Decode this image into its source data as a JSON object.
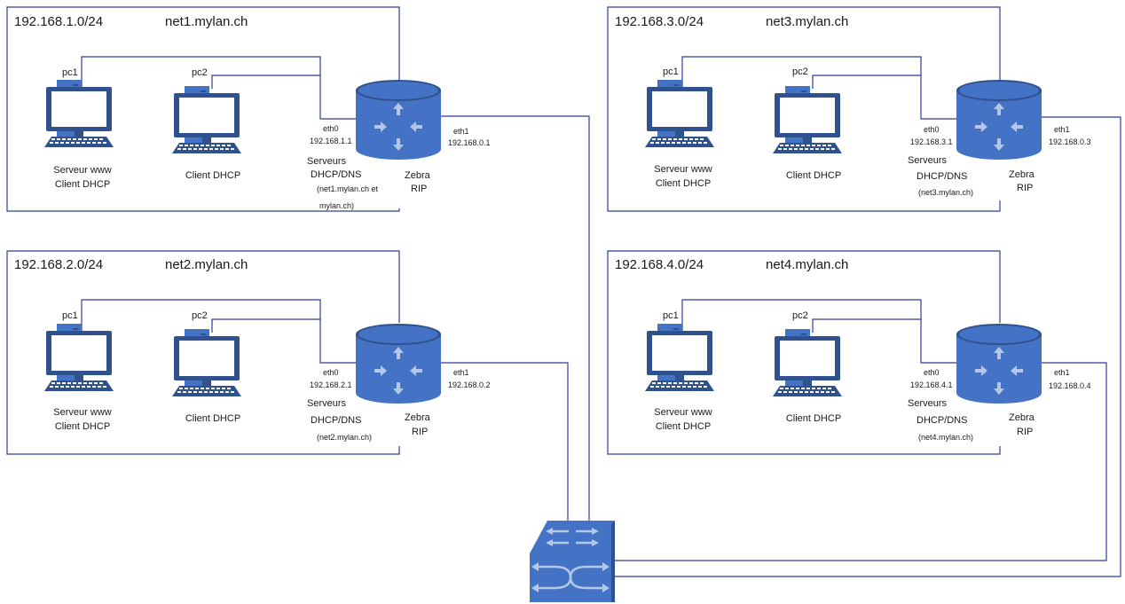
{
  "colors": {
    "device_blue": "#4472c4",
    "device_dark": "#2f528f",
    "line": "#2f3d97",
    "arrow": "#b4c7e7"
  },
  "networks": [
    {
      "subnet": "192.168.1.0/24",
      "domain": "net1.mylan.ch",
      "pc1_name": "pc1",
      "pc1_role1": "Serveur www",
      "pc1_role2": "Client DHCP",
      "pc2_name": "pc2",
      "pc2_role": "Client DHCP",
      "eth0": "eth0",
      "eth0_ip": "192.168.1.1",
      "srv1": "Serveurs",
      "srv2": "DHCP/DNS",
      "srv3": "(net1.mylan.ch et",
      "srv4": "mylan.ch)",
      "eth1": "eth1",
      "eth1_ip": "192.168.0.1",
      "zebra": "Zebra",
      "rip": "RIP"
    },
    {
      "subnet": "192.168.2.0/24",
      "domain": "net2.mylan.ch",
      "pc1_name": "pc1",
      "pc1_role1": "Serveur www",
      "pc1_role2": "Client DHCP",
      "pc2_name": "pc2",
      "pc2_role": "Client DHCP",
      "eth0": "eth0",
      "eth0_ip": "192.168.2.1",
      "srv1": "Serveurs",
      "srv2": "DHCP/DNS",
      "srv3": "(net2.mylan.ch)",
      "srv4": "",
      "eth1": "eth1",
      "eth1_ip": "192.168.0.2",
      "zebra": "Zebra",
      "rip": "RIP"
    },
    {
      "subnet": "192.168.3.0/24",
      "domain": "net3.mylan.ch",
      "pc1_name": "pc1",
      "pc1_role1": "Serveur www",
      "pc1_role2": "Client DHCP",
      "pc2_name": "pc2",
      "pc2_role": "Client DHCP",
      "eth0": "eth0",
      "eth0_ip": "192.168.3.1",
      "srv1": "Serveurs",
      "srv2": "DHCP/DNS",
      "srv3": "(net3.mylan.ch)",
      "srv4": "",
      "eth1": "eth1",
      "eth1_ip": "192.168.0.3",
      "zebra": "Zebra",
      "rip": "RIP"
    },
    {
      "subnet": "192.168.4.0/24",
      "domain": "net4.mylan.ch",
      "pc1_name": "pc1",
      "pc1_role1": "Serveur www",
      "pc1_role2": "Client DHCP",
      "pc2_name": "pc2",
      "pc2_role": "Client DHCP",
      "eth0": "eth0",
      "eth0_ip": "192.168.4.1",
      "srv1": "Serveurs",
      "srv2": "DHCP/DNS",
      "srv3": "(net4.mylan.ch)",
      "srv4": "",
      "eth1": "eth1",
      "eth1_ip": "192.168.0.4",
      "zebra": "Zebra",
      "rip": "RIP"
    }
  ]
}
